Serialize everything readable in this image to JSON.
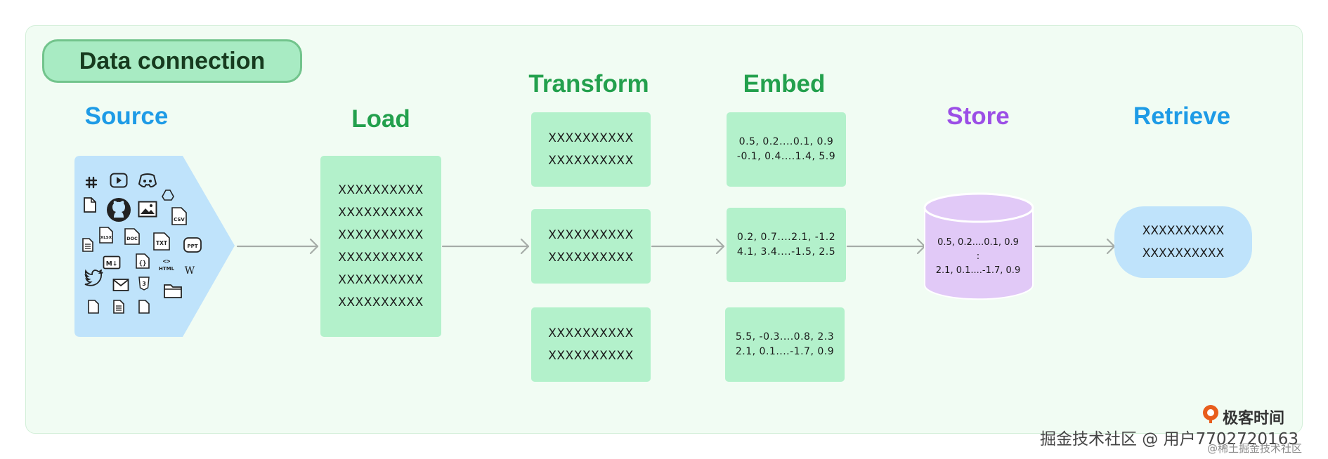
{
  "title": "Data connection",
  "stages": {
    "source": "Source",
    "load": "Load",
    "transform": "Transform",
    "embed": "Embed",
    "store": "Store",
    "retrieve": "Retrieve"
  },
  "load_lines": [
    "XXXXXXXXXX",
    "XXXXXXXXXX",
    "XXXXXXXXXX",
    "XXXXXXXXXX",
    "XXXXXXXXXX",
    "XXXXXXXXXX"
  ],
  "transform_boxes": [
    [
      "XXXXXXXXXX",
      "XXXXXXXXXX"
    ],
    [
      "XXXXXXXXXX",
      "XXXXXXXXXX"
    ],
    [
      "XXXXXXXXXX",
      "XXXXXXXXXX"
    ]
  ],
  "embed_boxes": [
    [
      "0.5, 0.2....0.1, 0.9",
      "-0.1, 0.4....1.4, 5.9"
    ],
    [
      "0.2, 0.7....2.1, -1.2",
      "4.1, 3.4....-1.5, 2.5"
    ],
    [
      "5.5, -0.3....0.8, 2.3",
      "2.1, 0.1....-1.7, 0.9"
    ]
  ],
  "store_lines": [
    "0.5, 0.2....0.1, 0.9",
    ":",
    "2.1, 0.1....-1.7, 0.9"
  ],
  "retrieve_lines": [
    "XXXXXXXXXX",
    "XXXXXXXXXX"
  ],
  "source_icons": [
    "slack-icon",
    "youtube-icon",
    "discord-icon",
    "google-drive-icon",
    "file-icon",
    "github-icon",
    "image-icon",
    "csv-file-icon",
    "text-file-icon",
    "xlsx-file-icon",
    "doc-file-icon",
    "txt-file-icon",
    "ppt-file-icon",
    "markdown-icon",
    "json-file-icon",
    "html-icon",
    "wikipedia-icon",
    "twitter-icon",
    "email-icon",
    "css-icon",
    "folder-icon"
  ],
  "source_icon_labels": {
    "csv": "CSV",
    "xlsx": "XLSX",
    "doc": "DOC",
    "txt": "TXT",
    "ppt": "PPT",
    "md": "M↓",
    "json": "{}",
    "html": "<>",
    "wiki": "W"
  },
  "watermarks": {
    "brand": "极客时间",
    "community": "掘金技术社区 @ 用户7702720163",
    "sub": "@稀土掘金技术社区"
  },
  "colors": {
    "panel_bg": "#f1fcf3",
    "green_box": "#b3f1cb",
    "source_fill": "#bfe3fb",
    "store_fill": "#e1c9f7",
    "heading_blue": "#1e9be6",
    "heading_green": "#23a04d",
    "heading_purple": "#9b4ee6",
    "arrow": "#a6aca8"
  }
}
